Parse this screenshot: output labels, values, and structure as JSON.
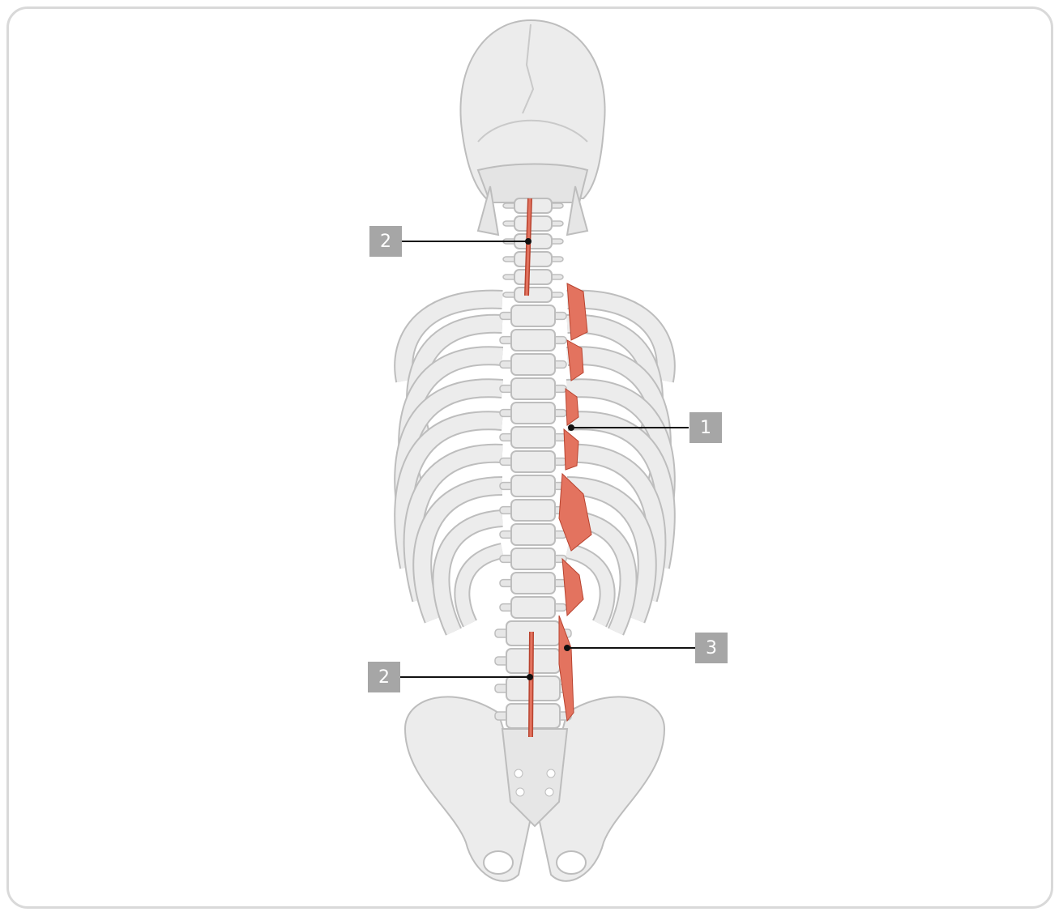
{
  "callouts": [
    {
      "id": "top-left",
      "text": "2"
    },
    {
      "id": "right-mid",
      "text": "1"
    },
    {
      "id": "right-low",
      "text": "3"
    },
    {
      "id": "bottom-left",
      "text": "2"
    }
  ],
  "colors": {
    "bone_fill": "#ececec",
    "bone_stroke": "#bdbdbd",
    "muscle": "#e3735f",
    "muscle_dark": "#b8432f",
    "label_bg": "#a6a6a6",
    "leader": "#111111",
    "frame": "#d9d9d9"
  }
}
